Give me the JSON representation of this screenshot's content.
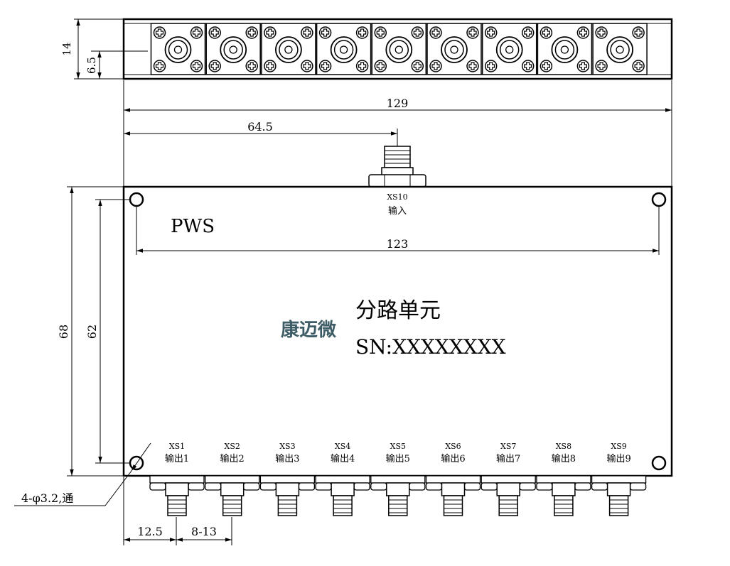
{
  "top_view": {
    "height_label": "14",
    "offset_label": "6.5"
  },
  "dimensions": {
    "overall_width": "129",
    "input_position": "64.5",
    "hole_spacing_width": "123",
    "overall_height": "68",
    "hole_spacing_height": "62",
    "first_output_offset": "12.5",
    "output_pitch": "8-13",
    "hole_note": "4-φ3.2,通"
  },
  "panel": {
    "brand_label": "PWS",
    "product_name": "分路单元",
    "serial": "SN:XXXXXXXX",
    "logo_text": "康迈微",
    "input": {
      "id": "XS10",
      "label": "输入"
    },
    "outputs": [
      {
        "id": "XS1",
        "label": "输出1"
      },
      {
        "id": "XS2",
        "label": "输出2"
      },
      {
        "id": "XS3",
        "label": "输出3"
      },
      {
        "id": "XS4",
        "label": "输出4"
      },
      {
        "id": "XS5",
        "label": "输出5"
      },
      {
        "id": "XS6",
        "label": "输出6"
      },
      {
        "id": "XS7",
        "label": "输出7"
      },
      {
        "id": "XS8",
        "label": "输出8"
      },
      {
        "id": "XS9",
        "label": "输出9"
      }
    ]
  }
}
